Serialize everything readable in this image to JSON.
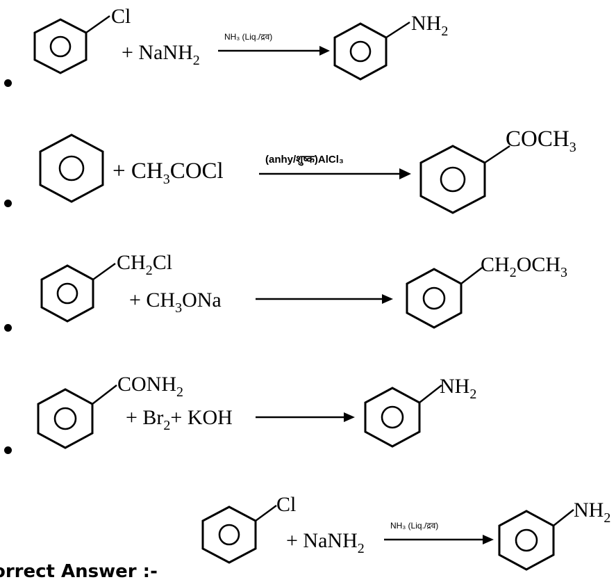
{
  "options": [
    {
      "reactant_substituent": "Cl",
      "reagent": "+ NaNH",
      "reagent_sub": "2",
      "condition": "NH₃ (Liq./द्रव)",
      "product_substituent": "NH",
      "product_sub": "2"
    },
    {
      "reagent_pre": "+ CH",
      "reagent_sub": "3",
      "reagent_post": "COCl",
      "condition": "(anhy/शुष्क)AlCl₃",
      "product_pre": "COCH",
      "product_sub": "3"
    },
    {
      "reactant_pre": "CH",
      "reactant_sub": "2",
      "reactant_post": "Cl",
      "reagent_pre": "+ CH",
      "reagent_sub": "3",
      "reagent_post": "ONa",
      "product_pre": "CH",
      "product_sub1": "2",
      "product_mid": "OCH",
      "product_sub2": "3"
    },
    {
      "reactant_pre": "CONH",
      "reactant_sub": "2",
      "reagent_pre": "+ Br",
      "reagent_sub": "2",
      "reagent_post": "+ KOH",
      "product_pre": "NH",
      "product_sub": "2"
    }
  ],
  "correct_answer": {
    "label": "orrect Answer :-",
    "reactant_substituent": "Cl",
    "reagent": "+ NaNH",
    "reagent_sub": "2",
    "condition": "NH₃ (Liq./द्रव)",
    "product_substituent": "NH",
    "product_sub": "2"
  }
}
